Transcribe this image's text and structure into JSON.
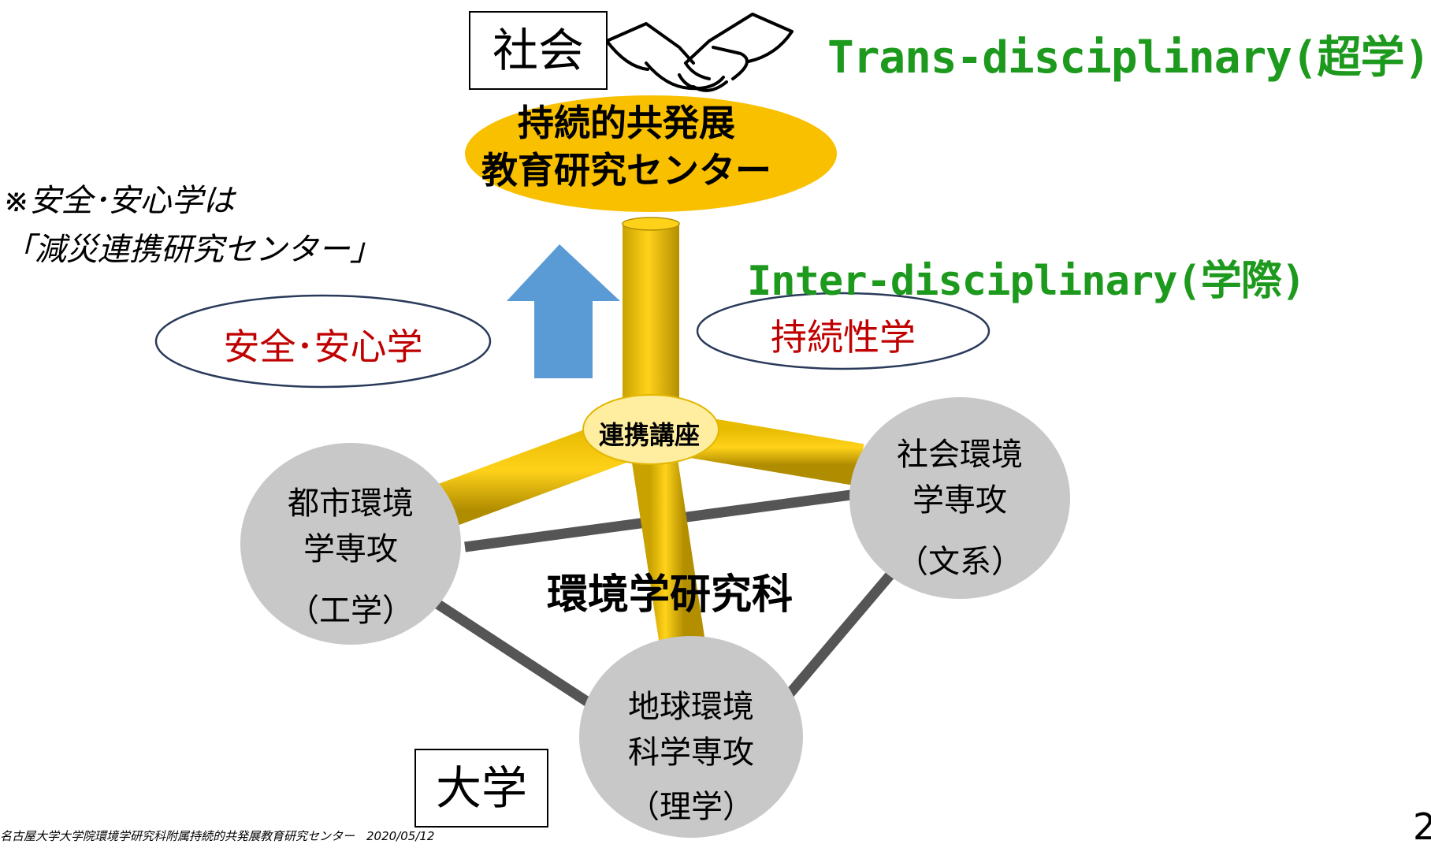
{
  "society_label": "社会",
  "university_label": "大学",
  "trans_title": "Trans-disciplinary(超学)",
  "inter_title": "Inter-disciplinary(学際)",
  "center_name": {
    "line1": "持続的共発展",
    "line2": "教育研究センター"
  },
  "note": {
    "line1": "※安全･安心学は",
    "line2": "「減災連携研究センター」"
  },
  "safety_label": "安全･安心学",
  "sustainability_label": "持続性学",
  "renkei_label": "連携講座",
  "school_label": "環境学研究科",
  "departments": {
    "urban": {
      "line1": "都市環境",
      "line2": "学専攻",
      "sub": "（工学）"
    },
    "social": {
      "line1": "社会環境",
      "line2": "学専攻",
      "sub": "（文系）"
    },
    "earth": {
      "line1": "地球環境",
      "line2": "科学専攻",
      "sub": "（理学）"
    }
  },
  "footer_text": "名古屋大学大学院環境学研究科附属持続的共発展教育研究センター　2020/05/12",
  "page_number": "2",
  "colors": {
    "gold": "#f5c400",
    "green": "#1d9a1d",
    "red": "#c00000",
    "arrow_blue": "#5b9bd5",
    "circle_gray": "#c8c8c8",
    "line_gray": "#555555"
  }
}
